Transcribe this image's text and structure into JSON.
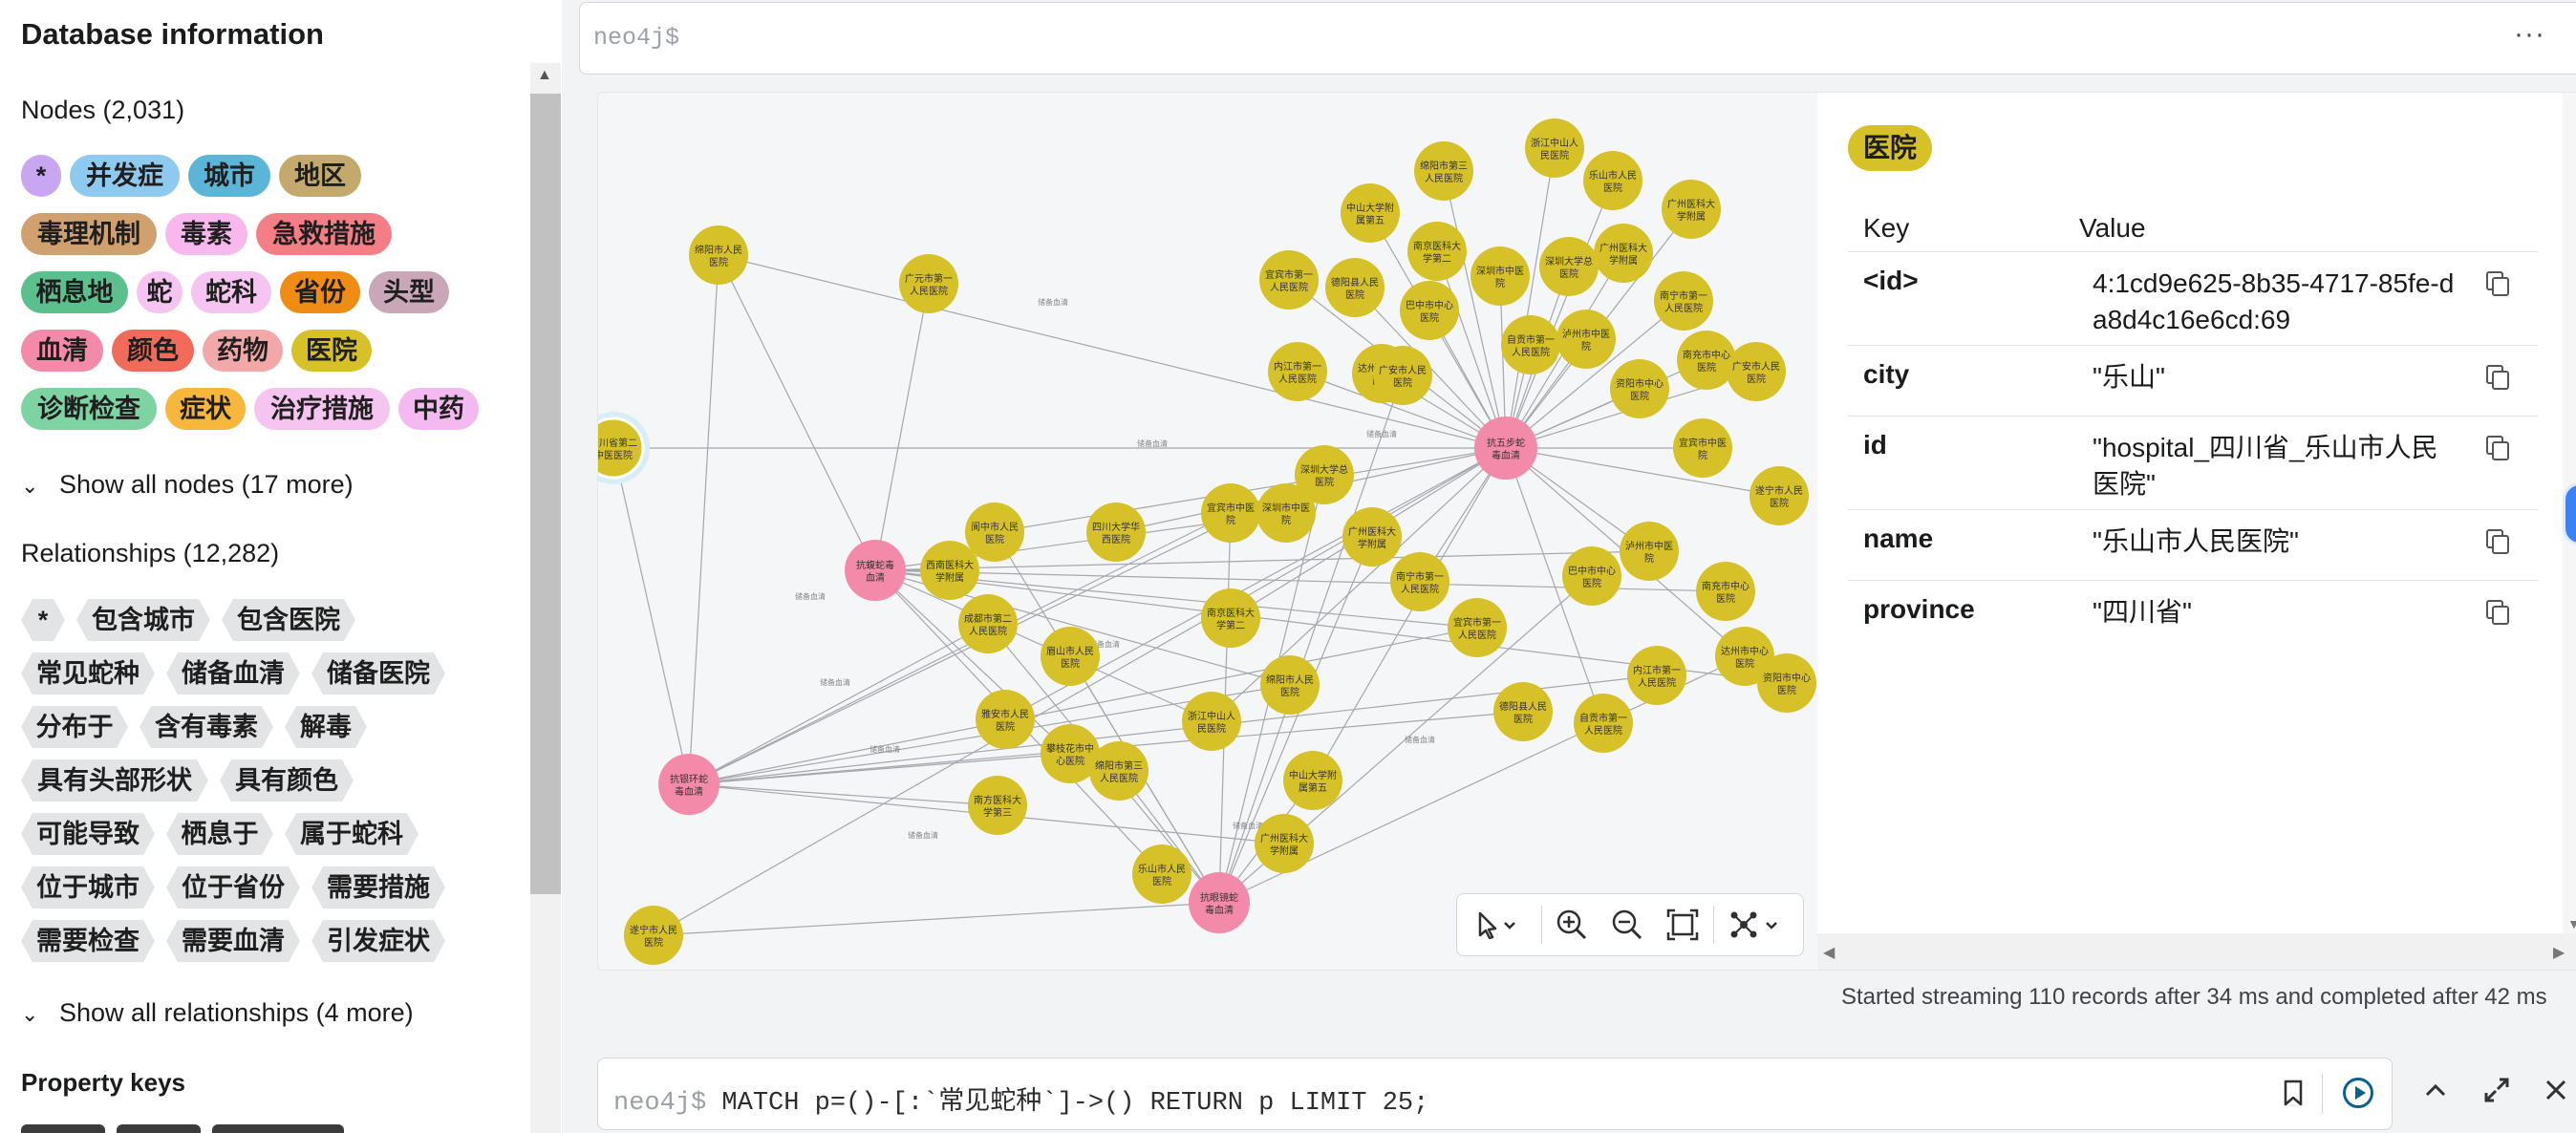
{
  "sidebar": {
    "title": "Database information",
    "nodes_title": "Nodes (2,031)",
    "node_labels": [
      {
        "text": "*",
        "color": "#c9a6f2"
      },
      {
        "text": "并发症",
        "color": "#8ec9ef"
      },
      {
        "text": "城市",
        "color": "#5ab5d6"
      },
      {
        "text": "地区",
        "color": "#c3a96c"
      },
      {
        "text": "毒理机制",
        "color": "#d0a06e"
      },
      {
        "text": "毒素",
        "color": "#f8b8ee"
      },
      {
        "text": "急救措施",
        "color": "#f47e86"
      },
      {
        "text": "栖息地",
        "color": "#5bbf8e"
      },
      {
        "text": "蛇",
        "color": "#f5c4f0"
      },
      {
        "text": "蛇科",
        "color": "#f5c4f0"
      },
      {
        "text": "省份",
        "color": "#ef8c13"
      },
      {
        "text": "头型",
        "color": "#c9a7b9"
      },
      {
        "text": "血清",
        "color": "#f48aa9"
      },
      {
        "text": "颜色",
        "color": "#f16b5a"
      },
      {
        "text": "药物",
        "color": "#f2a8a8"
      },
      {
        "text": "医院",
        "color": "#d7c128"
      },
      {
        "text": "诊断检查",
        "color": "#7dd3a2"
      },
      {
        "text": "症状",
        "color": "#f6b73c"
      },
      {
        "text": "治疗措施",
        "color": "#f5c4f0"
      },
      {
        "text": "中药",
        "color": "#f5b9f2"
      }
    ],
    "show_all_nodes": "Show all nodes (17 more)",
    "relationships_title": "Relationships (12,282)",
    "relationship_types": [
      "*",
      "包含城市",
      "包含医院",
      "常见蛇种",
      "储备血清",
      "储备医院",
      "分布于",
      "含有毒素",
      "解毒",
      "具有头部形状",
      "具有颜色",
      "可能导致",
      "栖息于",
      "属于蛇科",
      "位于城市",
      "位于省份",
      "需要措施",
      "需要检查",
      "需要血清",
      "引发症状"
    ],
    "show_all_relationships": "Show all relationships (4 more)",
    "property_keys_title": "Property keys"
  },
  "top_editor": {
    "prompt": "neo4j$",
    "menu": "···"
  },
  "graph": {
    "node_color_hospital": "#d7c128",
    "node_color_serum": "#f48aa9",
    "edge_label": "储备血清",
    "serum_labels": [
      "抗五步蛇毒血清",
      "抗蝮蛇毒血清",
      "抗银环蛇毒血清",
      "抗眼镜蛇毒血清"
    ],
    "hospital_labels": [
      "绵阳市第三人民医院",
      "浙江中山人民医院",
      "乐山市人民医院",
      "广州医科大学附属",
      "中山大学附属第五",
      "南京医科大学第二",
      "深圳市中医院",
      "深圳大学总医院",
      "广州医科大学附属",
      "南宁市第一人民医院",
      "宜宾市第一人民医院",
      "德阳县人民医院",
      "巴中市中心医院",
      "泸州市中医院",
      "南充市中心医院",
      "内江市第一人民医院",
      "达州市中心医院",
      "自贡市第一人民医院",
      "资阳市中心医院",
      "宜宾市中医院",
      "广安市人民医院",
      "遂宁市人民医院",
      "绵阳市人民医院",
      "广元市第一人民医院",
      "四川省第二中医医院",
      "阆中市人民医院",
      "四川大学华西医院",
      "西南医科大学附属",
      "成都市第二人民医院",
      "眉山市人民医院",
      "雅安市人民医院",
      "攀枝花市中心医院",
      "南方医科大学第三"
    ]
  },
  "toolbar": {
    "select": "pointer-icon",
    "zoom_in": "zoom-in-icon",
    "zoom_out": "zoom-out-icon",
    "fit": "fit-icon",
    "layout": "layout-icon"
  },
  "details": {
    "label": "医院",
    "key_header": "Key",
    "value_header": "Value",
    "properties": [
      {
        "key": "<id>",
        "value": "4:1cd9e625-8b35-4717-85fe-da8d4c16e6cd:69"
      },
      {
        "key": "city",
        "value": "\"乐山\""
      },
      {
        "key": "id",
        "value": "\"hospital_四川省_乐山市人民医院\""
      },
      {
        "key": "name",
        "value": "\"乐山市人民医院\""
      },
      {
        "key": "province",
        "value": "\"四川省\""
      }
    ]
  },
  "status": "Started streaming 110 records after 34 ms and completed after 42 ms",
  "bottom_editor": {
    "prompt": "neo4j$",
    "query": " MATCH p=()-[:`常见蛇种`]->() RETURN p LIMIT 25;"
  }
}
